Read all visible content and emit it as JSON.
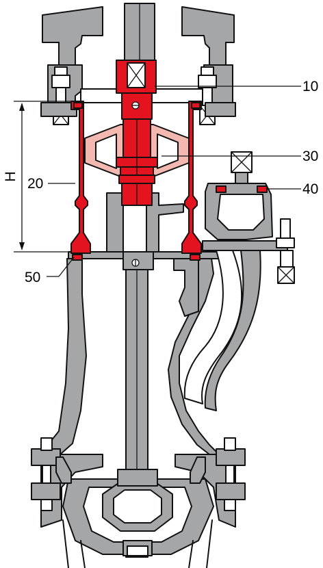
{
  "diagram": {
    "callouts": [
      {
        "id": "10",
        "label": "10"
      },
      {
        "id": "30",
        "label": "30"
      },
      {
        "id": "40",
        "label": "40"
      },
      {
        "id": "20",
        "label": "20"
      },
      {
        "id": "50",
        "label": "50"
      }
    ],
    "dimension": {
      "label": "H"
    },
    "colors": {
      "body_grey": "#a4a6a8",
      "highlight_red": "#e3141f",
      "light_red": "#f3b9b1",
      "outline": "#111111",
      "background": "#ffffff"
    }
  }
}
